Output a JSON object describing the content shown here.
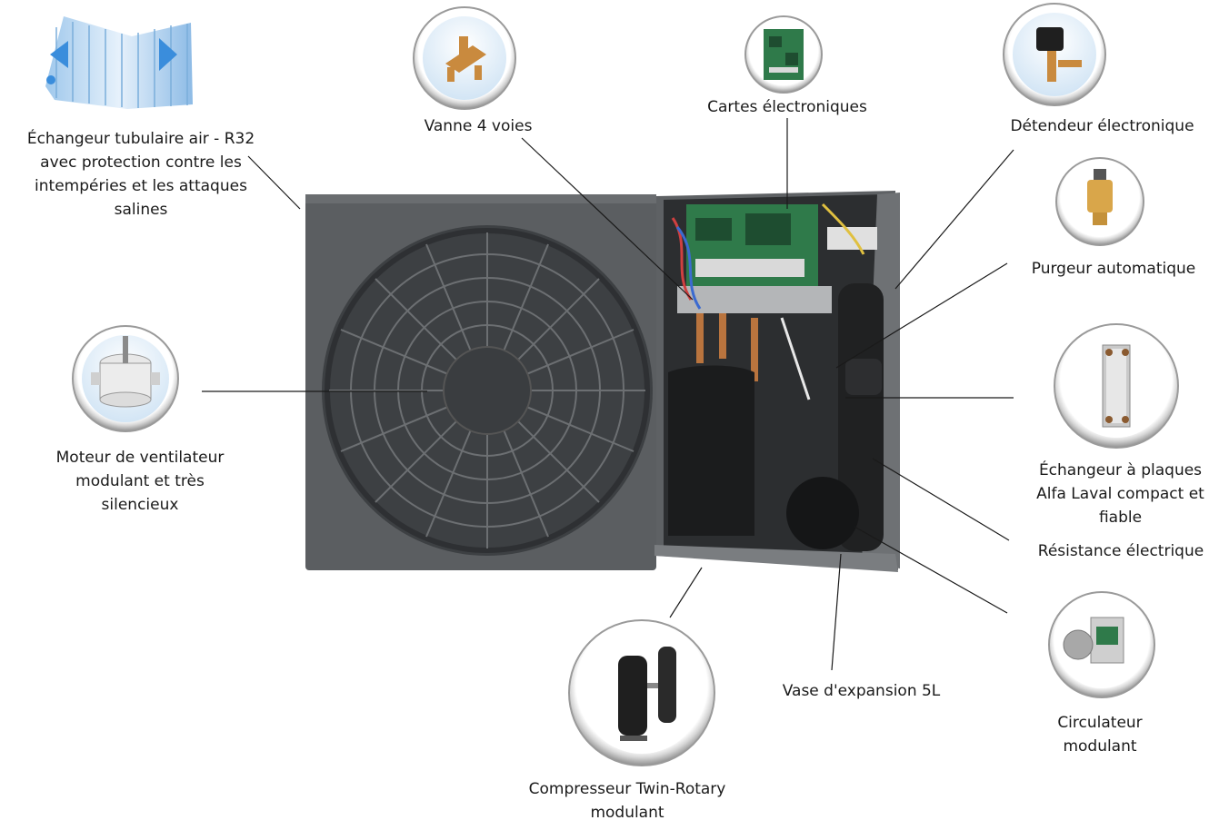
{
  "labels": {
    "echangeur_air": [
      "Échangeur tubulaire air - R32",
      "avec protection contre les",
      "intempéries et les attaques",
      "salines"
    ],
    "vanne": [
      "Vanne 4 voies"
    ],
    "cartes": [
      "Cartes électroniques"
    ],
    "detendeur": [
      "Détendeur électronique"
    ],
    "purgeur": [
      "Purgeur automatique"
    ],
    "moteur": [
      "Moteur de ventilateur",
      "modulant et très",
      "silencieux"
    ],
    "echangeur_plaques": [
      "Échangeur à plaques",
      "Alfa Laval compact et",
      "fiable"
    ],
    "resistance": [
      "Résistance électrique"
    ],
    "circulateur": [
      "Circulateur",
      "modulant"
    ],
    "vase": [
      "Vase d'expansion 5L"
    ],
    "compresseur": [
      "Compresseur Twin-Rotary",
      "modulant"
    ]
  },
  "colors": {
    "leader": "#1a1a1a",
    "unit_body": "#55585b",
    "unit_dark": "#2a2c2e",
    "ring": "#c8c8c8"
  },
  "icons": [
    "coil-icon",
    "valve-icon",
    "circuit-board-icon",
    "expansion-valve-icon",
    "air-vent-icon",
    "fan-motor-icon",
    "plate-exchanger-icon",
    "circulator-pump-icon",
    "compressor-icon"
  ]
}
